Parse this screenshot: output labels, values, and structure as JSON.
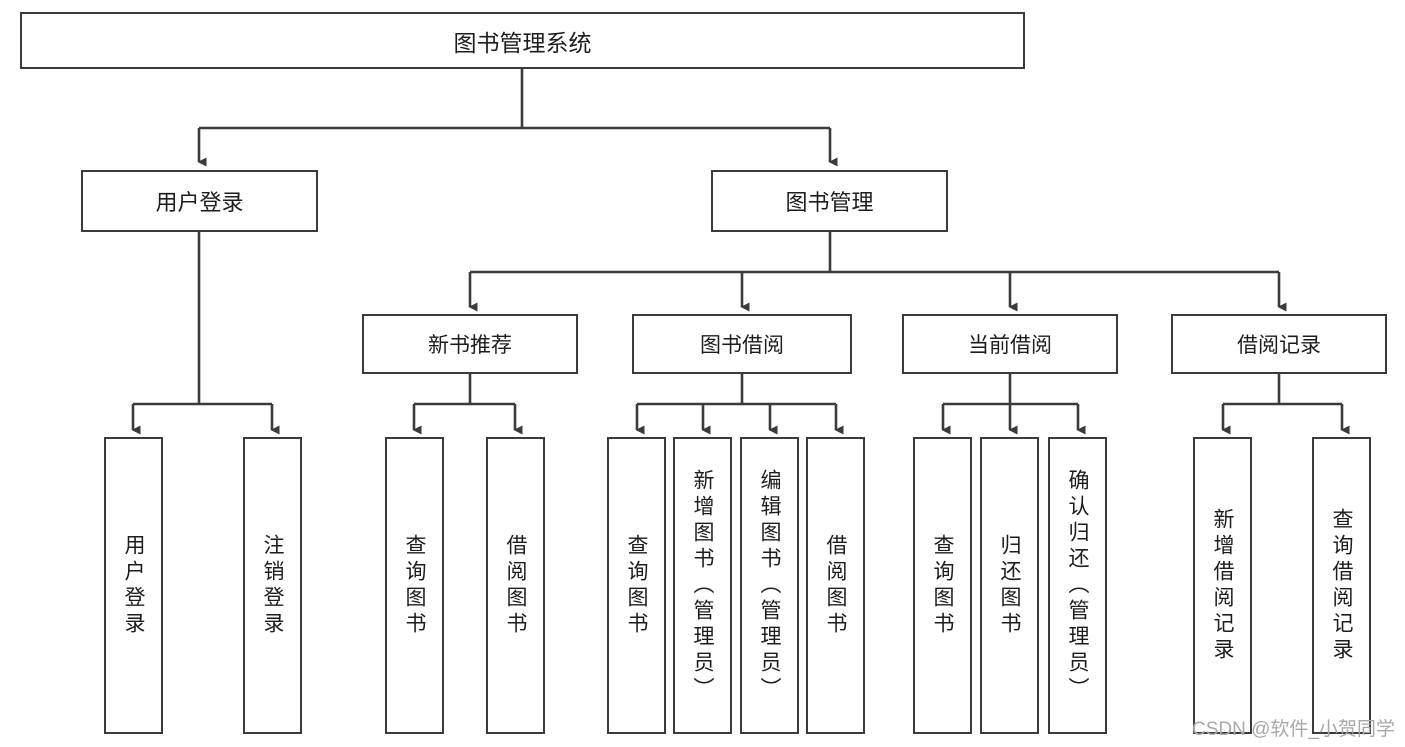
{
  "diagram": {
    "title": "图书管理系统",
    "type": "tree-hierarchy-chart",
    "root": {
      "label": "图书管理系统"
    },
    "level2": [
      {
        "label": "用户登录"
      },
      {
        "label": "图书管理"
      }
    ],
    "level3": [
      {
        "label": "新书推荐"
      },
      {
        "label": "图书借阅"
      },
      {
        "label": "当前借阅"
      },
      {
        "label": "借阅记录"
      }
    ],
    "leaves": {
      "user_login": [
        {
          "label": "用户登录"
        },
        {
          "label": "注销登录"
        }
      ],
      "new_book_recommend": [
        {
          "label": "查询图书"
        },
        {
          "label": "借阅图书"
        }
      ],
      "book_borrow": [
        {
          "label": "查询图书"
        },
        {
          "label": "新增图书（管理员）"
        },
        {
          "label": "编辑图书（管理员）"
        },
        {
          "label": "借阅图书"
        }
      ],
      "current_borrow": [
        {
          "label": "查询图书"
        },
        {
          "label": "归还图书"
        },
        {
          "label": "确认归还（管理员）"
        }
      ],
      "borrow_record": [
        {
          "label": "新增借阅记录"
        },
        {
          "label": "查询借阅记录"
        }
      ]
    }
  },
  "watermark": {
    "text": "CSDN @软件_小贺同学"
  },
  "colors": {
    "stroke": "#3b3b3b",
    "background": "#ffffff",
    "text": "#1d1d1d",
    "watermark": "#a8a8a8"
  }
}
